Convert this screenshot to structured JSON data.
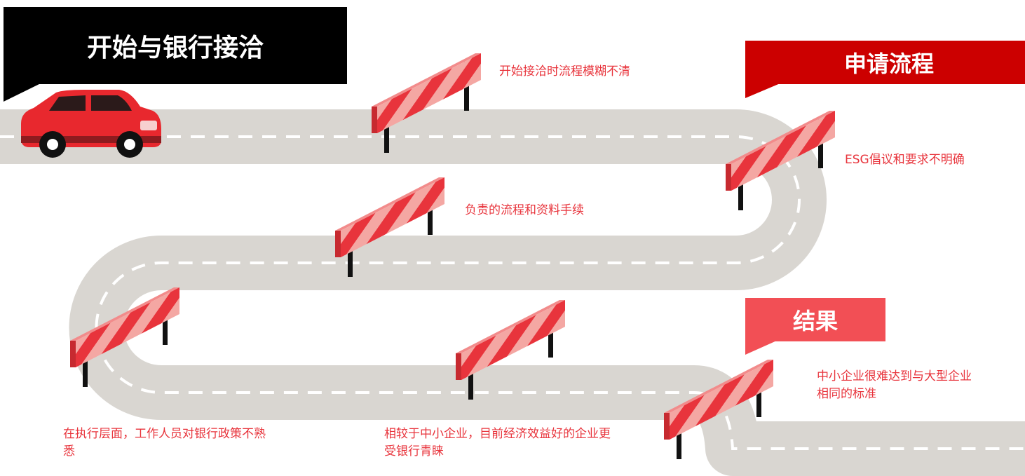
{
  "stages": {
    "start": "开始与银行接洽",
    "application": "申请流程",
    "result": "结果"
  },
  "obstacles": [
    "开始接洽时流程模糊不清",
    "ESG倡议和要求不明确",
    "负责的流程和资料手续",
    "在执行层面，工作人员对银行政策不熟悉",
    "相较于中小企业，目前经济效益好的企业更受银行青睐",
    "中小企业很难达到与大型企业相同的标准"
  ],
  "colors": {
    "road": "#d9d6d1",
    "lane_marking": "#ffffff",
    "barrier_red": "#e8343c",
    "barrier_light": "#f4a7a3",
    "barrier_top": "#f28b8b",
    "car_body": "#e8282e",
    "banner_black": "#000000",
    "banner_red": "#cc0000",
    "banner_coral": "#f24f55",
    "caption_text": "#e8343c"
  }
}
